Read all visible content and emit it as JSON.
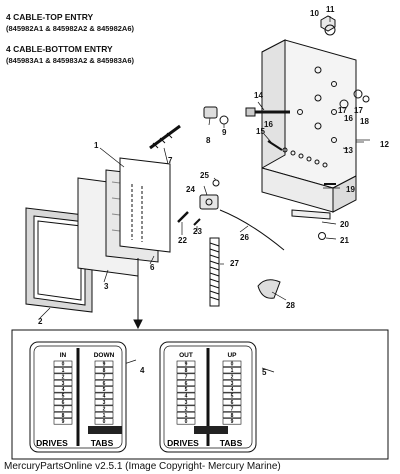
{
  "headings": {
    "top_entry_title": "4 CABLE-TOP ENTRY",
    "top_entry_parts": "(845982A1 & 845982A2 & 845982A6)",
    "bottom_entry_title": "4 CABLE-BOTTOM ENTRY",
    "bottom_entry_parts": "(845983A1 & 845983A2 & 845983A6)"
  },
  "callouts": {
    "c1": "1",
    "c2": "2",
    "c3": "3",
    "c4": "4",
    "c5": "5",
    "c6": "6",
    "c7": "7",
    "c8": "8",
    "c9": "9",
    "c10": "10",
    "c11": "11",
    "c12": "12",
    "c13": "13",
    "c14": "14",
    "c15": "15",
    "c16": "16",
    "c17": "17",
    "c17b": "17",
    "c18": "18",
    "c19": "19",
    "c20": "20",
    "c21": "21",
    "c22": "22",
    "c23": "23",
    "c24": "24",
    "c25": "25",
    "c26": "26",
    "c27": "27",
    "c28": "28"
  },
  "panel_left": {
    "col1_header": "IN",
    "col2_header": "DOWN",
    "col1_numbers": [
      "0",
      "1",
      "2",
      "3",
      "4",
      "5",
      "6",
      "7",
      "8",
      "9"
    ],
    "col2_numbers": [
      "9",
      "8",
      "7",
      "6",
      "5",
      "4",
      "3",
      "2",
      "1",
      "0"
    ],
    "drives_label": "DRIVES",
    "tabs_label": "TABS"
  },
  "panel_right": {
    "col1_header": "OUT",
    "col2_header": "UP",
    "col1_numbers": [
      "9",
      "8",
      "7",
      "6",
      "5",
      "4",
      "3",
      "2",
      "1",
      "0"
    ],
    "col2_numbers": [
      "0",
      "1",
      "2",
      "3",
      "4",
      "5",
      "6",
      "7",
      "8",
      "9"
    ],
    "drives_label": "DRIVES",
    "tabs_label": "TABS"
  },
  "footer": "MercuryPartsOnline v2.5.1 (Image Copyright- Mercury Marine)"
}
